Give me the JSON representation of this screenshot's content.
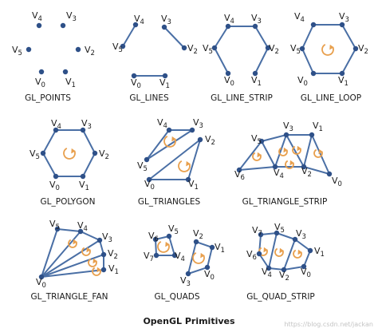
{
  "colors": {
    "edge": "#4a6fa5",
    "vertex": "#2e5088",
    "arrow": "#e8a04e",
    "text": "#1a1a1a",
    "watermark": "#c4c4c4"
  },
  "title": "OpenGL Primitives",
  "watermark": "https://blog.csdn.net/jackan",
  "primitives": [
    {
      "caption": "GL_POINTS",
      "vertices": [
        {
          "label": "V4"
        },
        {
          "label": "V3"
        },
        {
          "label": "V5"
        },
        {
          "label": "V2"
        },
        {
          "label": "V0"
        },
        {
          "label": "V1"
        }
      ]
    },
    {
      "caption": "GL_LINES",
      "vertices": [
        {
          "label": "V4"
        },
        {
          "label": "V3"
        },
        {
          "label": "V5"
        },
        {
          "label": "V2"
        },
        {
          "label": "V0"
        },
        {
          "label": "V1"
        }
      ]
    },
    {
      "caption": "GL_LINE_STRIP",
      "vertices": [
        {
          "label": "V4"
        },
        {
          "label": "V3"
        },
        {
          "label": "V5"
        },
        {
          "label": "V2"
        },
        {
          "label": "V0"
        },
        {
          "label": "V1"
        }
      ]
    },
    {
      "caption": "GL_LINE_LOOP",
      "vertices": [
        {
          "label": "V4"
        },
        {
          "label": "V3"
        },
        {
          "label": "V5"
        },
        {
          "label": "V2"
        },
        {
          "label": "V0"
        },
        {
          "label": "V1"
        }
      ]
    },
    {
      "caption": "GL_POLYGON",
      "vertices": [
        {
          "label": "V4"
        },
        {
          "label": "V3"
        },
        {
          "label": "V5"
        },
        {
          "label": "V2"
        },
        {
          "label": "V0"
        },
        {
          "label": "V1"
        }
      ]
    },
    {
      "caption": "GL_TRIANGLES",
      "vertices": [
        {
          "label": "V4"
        },
        {
          "label": "V3"
        },
        {
          "label": "V2"
        },
        {
          "label": "V5"
        },
        {
          "label": "V0"
        },
        {
          "label": "V1"
        }
      ]
    },
    {
      "caption": "GL_TRIANGLE_STRIP",
      "vertices": [
        {
          "label": "V5"
        },
        {
          "label": "V3"
        },
        {
          "label": "V1"
        },
        {
          "label": "V6"
        },
        {
          "label": "V4"
        },
        {
          "label": "V2"
        },
        {
          "label": "V0"
        }
      ]
    },
    {
      "caption": "GL_TRIANGLE_FAN",
      "vertices": [
        {
          "label": "V5"
        },
        {
          "label": "V4"
        },
        {
          "label": "V3"
        },
        {
          "label": "V2"
        },
        {
          "label": "V1"
        },
        {
          "label": "V0"
        }
      ]
    },
    {
      "caption": "GL_QUADS",
      "vertices": [
        {
          "label": "V6"
        },
        {
          "label": "V5"
        },
        {
          "label": "V7"
        },
        {
          "label": "V4"
        },
        {
          "label": "V2"
        },
        {
          "label": "V1"
        },
        {
          "label": "V3"
        },
        {
          "label": "V0"
        }
      ]
    },
    {
      "caption": "GL_QUAD_STRIP",
      "vertices": [
        {
          "label": "V7"
        },
        {
          "label": "V5"
        },
        {
          "label": "V6"
        },
        {
          "label": "V3"
        },
        {
          "label": "V1"
        },
        {
          "label": "V4"
        },
        {
          "label": "V2"
        },
        {
          "label": "V0"
        }
      ]
    }
  ]
}
